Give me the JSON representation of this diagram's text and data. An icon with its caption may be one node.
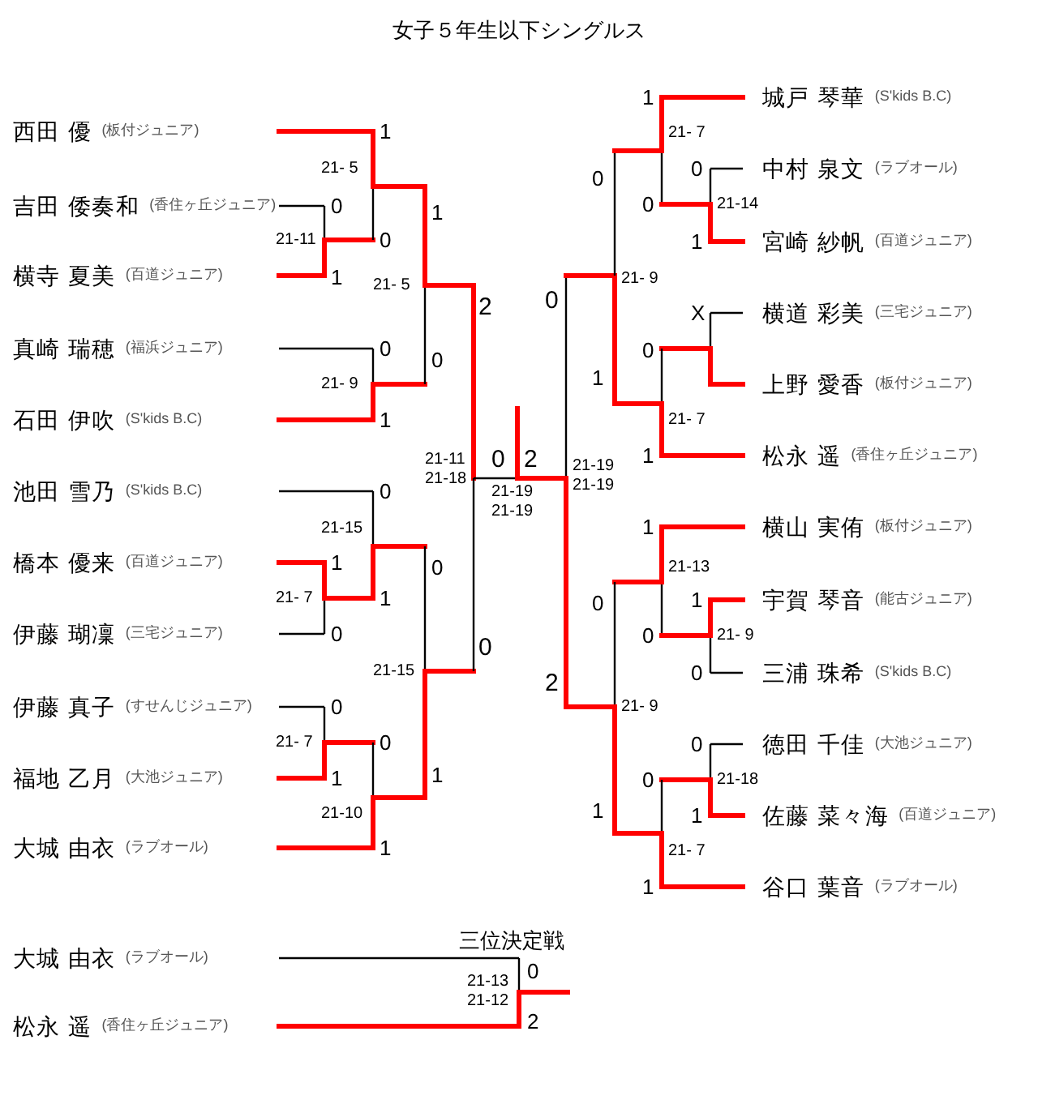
{
  "diagram": {
    "title": "女子５年生以下シングルス",
    "nodes": [
      {
        "text": [
          "西田 優",
          "(板付ジュニア)"
        ]
      },
      {
        "text": [
          "吉田 倭奏和",
          "(香住ヶ丘ジュニア)"
        ]
      },
      {
        "text": [
          "横寺 夏美",
          "(百道ジュニア)"
        ]
      },
      {
        "text": [
          "真崎 瑞穂",
          "(福浜ジュニア)"
        ]
      },
      {
        "text": [
          "石田 伊吹",
          "(S'kids B.C)"
        ]
      },
      {
        "text": [
          "池田 雪乃",
          "(S'kids B.C)"
        ]
      },
      {
        "text": [
          "橋本 優来",
          "(百道ジュニア)"
        ]
      },
      {
        "text": [
          "伊藤 瑚凜",
          "(三宅ジュニア)"
        ]
      },
      {
        "text": [
          "伊藤 真子",
          "(すせんじジュニア)"
        ]
      },
      {
        "text": [
          "福地 乙月",
          "(大池ジュニア)"
        ]
      },
      {
        "text": [
          "大城 由衣",
          "(ラブオール)"
        ]
      },
      {
        "text": [
          "城戸 琴華",
          "(S'kids B.C)"
        ]
      },
      {
        "text": [
          "中村 泉文",
          "(ラブオール)"
        ]
      },
      {
        "text": [
          "宮崎 紗帆",
          "(百道ジュニア)"
        ]
      },
      {
        "text": [
          "横道 彩美",
          "(三宅ジュニア)"
        ]
      },
      {
        "text": [
          "上野 愛香",
          "(板付ジュニア)"
        ]
      },
      {
        "text": [
          "松永 遥",
          "(香住ヶ丘ジュニア)"
        ]
      },
      {
        "text": [
          "横山 実侑",
          "(板付ジュニア)"
        ]
      },
      {
        "text": [
          "宇賀 琴音",
          "(能古ジュニア)"
        ]
      },
      {
        "text": [
          "三浦 珠希",
          "(S'kids B.C)"
        ]
      },
      {
        "text": [
          "徳田 千佳",
          "(大池ジュニア)"
        ]
      },
      {
        "text": [
          "佐藤 菜々海",
          "(百道ジュニア)"
        ]
      },
      {
        "text": [
          "谷口 葉音",
          "(ラブオール)"
        ]
      },
      {
        "text": [
          "大城 由衣",
          "(ラブオール)"
        ]
      },
      {
        "text": [
          "松永 遥",
          "(香住ヶ丘ジュニア)"
        ]
      }
    ],
    "labels": [
      "1",
      "21- 5",
      "0",
      "21-11",
      "0",
      "1",
      "1",
      "21- 5",
      "2",
      "0",
      "21- 9",
      "0",
      "1",
      "21-11 21-18",
      "0",
      "21-15",
      "1",
      "0",
      "21- 7",
      "1",
      "0",
      "0",
      "21-15",
      "0",
      "21- 7",
      "0",
      "1",
      "1",
      "21-10",
      "1",
      "0",
      "2",
      "21-19 21-19",
      "1",
      "21- 7",
      "0",
      "0",
      "0",
      "21-14",
      "1",
      "21- 9",
      "0",
      "X",
      "0",
      "1",
      "21- 7",
      "1",
      "21-19 21-19",
      "1",
      "21-13",
      "0",
      "1",
      "0",
      "21- 9",
      "0",
      "2",
      "21- 9",
      "0",
      "0",
      "21-18",
      "1",
      "1",
      "21- 7",
      "1",
      "三位決定戦",
      "0",
      "21-13 21-12",
      "2"
    ]
  }
}
